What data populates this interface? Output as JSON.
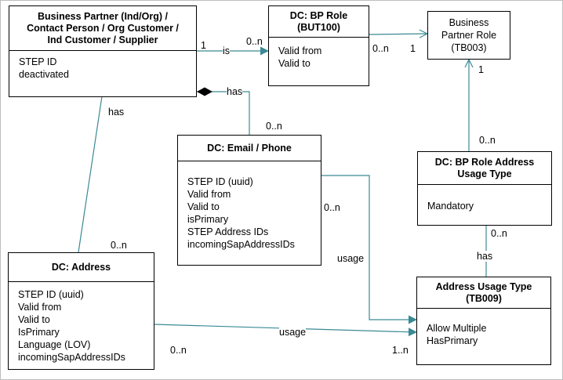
{
  "entities": {
    "business_partner": {
      "title_lines": [
        "Business Partner (Ind/Org) /",
        "Contact Person / Org Customer /",
        "Ind Customer / Supplier"
      ],
      "attributes": [
        "STEP ID",
        "deactivated"
      ]
    },
    "bp_role": {
      "title_lines": [
        "DC: BP Role",
        "(BUT100)"
      ],
      "attributes": [
        "Valid from",
        "Valid to"
      ]
    },
    "business_partner_role": {
      "title_lines": [
        "Business",
        "Partner Role",
        "(TB003)"
      ]
    },
    "email_phone": {
      "title_lines": [
        "DC: Email / Phone"
      ],
      "attributes": [
        "STEP ID (uuid)",
        "Valid from",
        "Valid to",
        "isPrimary",
        "STEP Address IDs",
        "incomingSapAddressIDs"
      ]
    },
    "bp_role_address_usage_type": {
      "title_lines": [
        "DC: BP Role Address",
        "Usage Type"
      ],
      "attributes": [
        "Mandatory"
      ]
    },
    "address": {
      "title_lines": [
        "DC: Address"
      ],
      "attributes": [
        "STEP ID (uuid)",
        "Valid from",
        "Valid to",
        "IsPrimary",
        "Language (LOV)",
        "incomingSapAddressIDs"
      ]
    },
    "address_usage_type": {
      "title_lines": [
        "Address Usage Type",
        "(TB009)"
      ],
      "attributes": [
        "Allow Multiple",
        "HasPrimary"
      ]
    }
  },
  "relations": {
    "bp_is_role": {
      "label": "is",
      "source_mult": "1",
      "target_mult": "0..n"
    },
    "role_to_partner_role": {
      "source_mult": "0..n",
      "target_mult": "1"
    },
    "bp_has_email": {
      "label": "has",
      "target_mult": "0..n"
    },
    "bp_has_address": {
      "label": "has",
      "target_mult": "0..n"
    },
    "partner_role_to_usage": {
      "source_mult": "1",
      "target_mult": "0..n"
    },
    "usage_has_type": {
      "label": "has",
      "source_mult": "0..n"
    },
    "email_usage": {
      "label": "usage",
      "source_mult": "0..n"
    },
    "address_usage": {
      "label": "usage",
      "source_mult": "0..n",
      "target_mult": "1..n"
    }
  },
  "colors": {
    "line": "#3a8a94",
    "border": "#000000",
    "frame": "#bdbdbd"
  }
}
